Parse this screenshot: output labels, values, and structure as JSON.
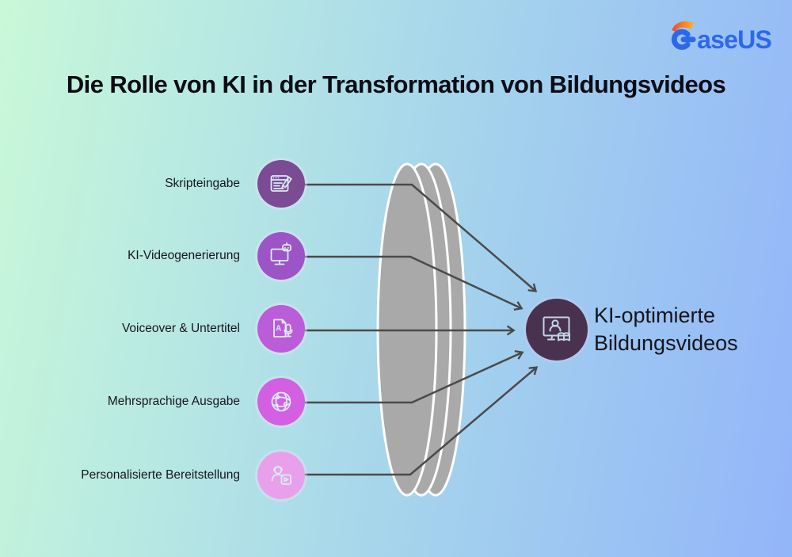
{
  "page": {
    "title": "Die Rolle von KI in der Transformation von Bildungsvideos"
  },
  "brand": {
    "name_rest": "aseUS",
    "blue": "#2c68ea",
    "orange_start": "#f0482a",
    "orange_end": "#ffb41c"
  },
  "flow": {
    "inputs": [
      {
        "label": "Skripteingabe",
        "icon": "script-input-icon",
        "color": "#7b4b94"
      },
      {
        "label": "KI-Videogenerierung",
        "icon": "ai-video-icon",
        "color": "#9d54c6"
      },
      {
        "label": "Voiceover & Untertitel",
        "icon": "voiceover-icon",
        "color": "#bb5cd8"
      },
      {
        "label": "Mehrsprachige Ausgabe",
        "icon": "multilingual-icon",
        "color": "#d35fe2"
      },
      {
        "label": "Personalisierte Bereitstellung",
        "icon": "personalized-icon",
        "color": "#e9a0eb"
      }
    ],
    "output": {
      "label": "KI-optimierte\nBildungsvideos",
      "icon": "education-video-icon",
      "color": "#483250"
    },
    "lens_color": "#a9a9a9",
    "lens_edge_color": "#ffffff",
    "arrow_color": "#4a4a4a"
  }
}
